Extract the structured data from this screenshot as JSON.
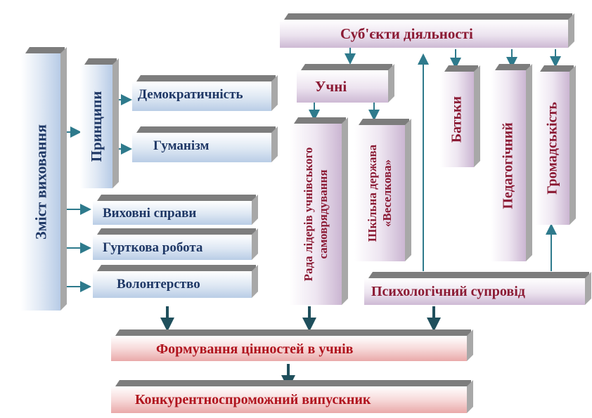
{
  "colors": {
    "navy_text": "#1f3866",
    "maroon_text": "#8b1a34",
    "red_text": "#b0141e",
    "arrow_teal": "#2e7a8c",
    "arrow_dark": "#1f4f5c"
  },
  "left": {
    "content_title": "Зміст виховання",
    "principles_title": "Принципи",
    "principles": [
      "Демократичність",
      "Гуманізм"
    ],
    "activities": [
      "Виховні справи",
      "Гурткова робота",
      "Волонтерство"
    ]
  },
  "subjects": {
    "title": "Суб'єкти діяльності",
    "students": "Учні",
    "council_line1": "Рада лідерів учнівського",
    "council_line2": "самоврядування",
    "state_line1": "Шкільна держава",
    "state_line2": "«Веселкова»",
    "parents": "Батьки",
    "teachers": "Педагогічний",
    "community": "Громадськість",
    "psych": "Психологічний супровід"
  },
  "bottom": {
    "values": "Формування цінностей в учнів",
    "graduate": "Конкурентноспроможний випускник"
  }
}
